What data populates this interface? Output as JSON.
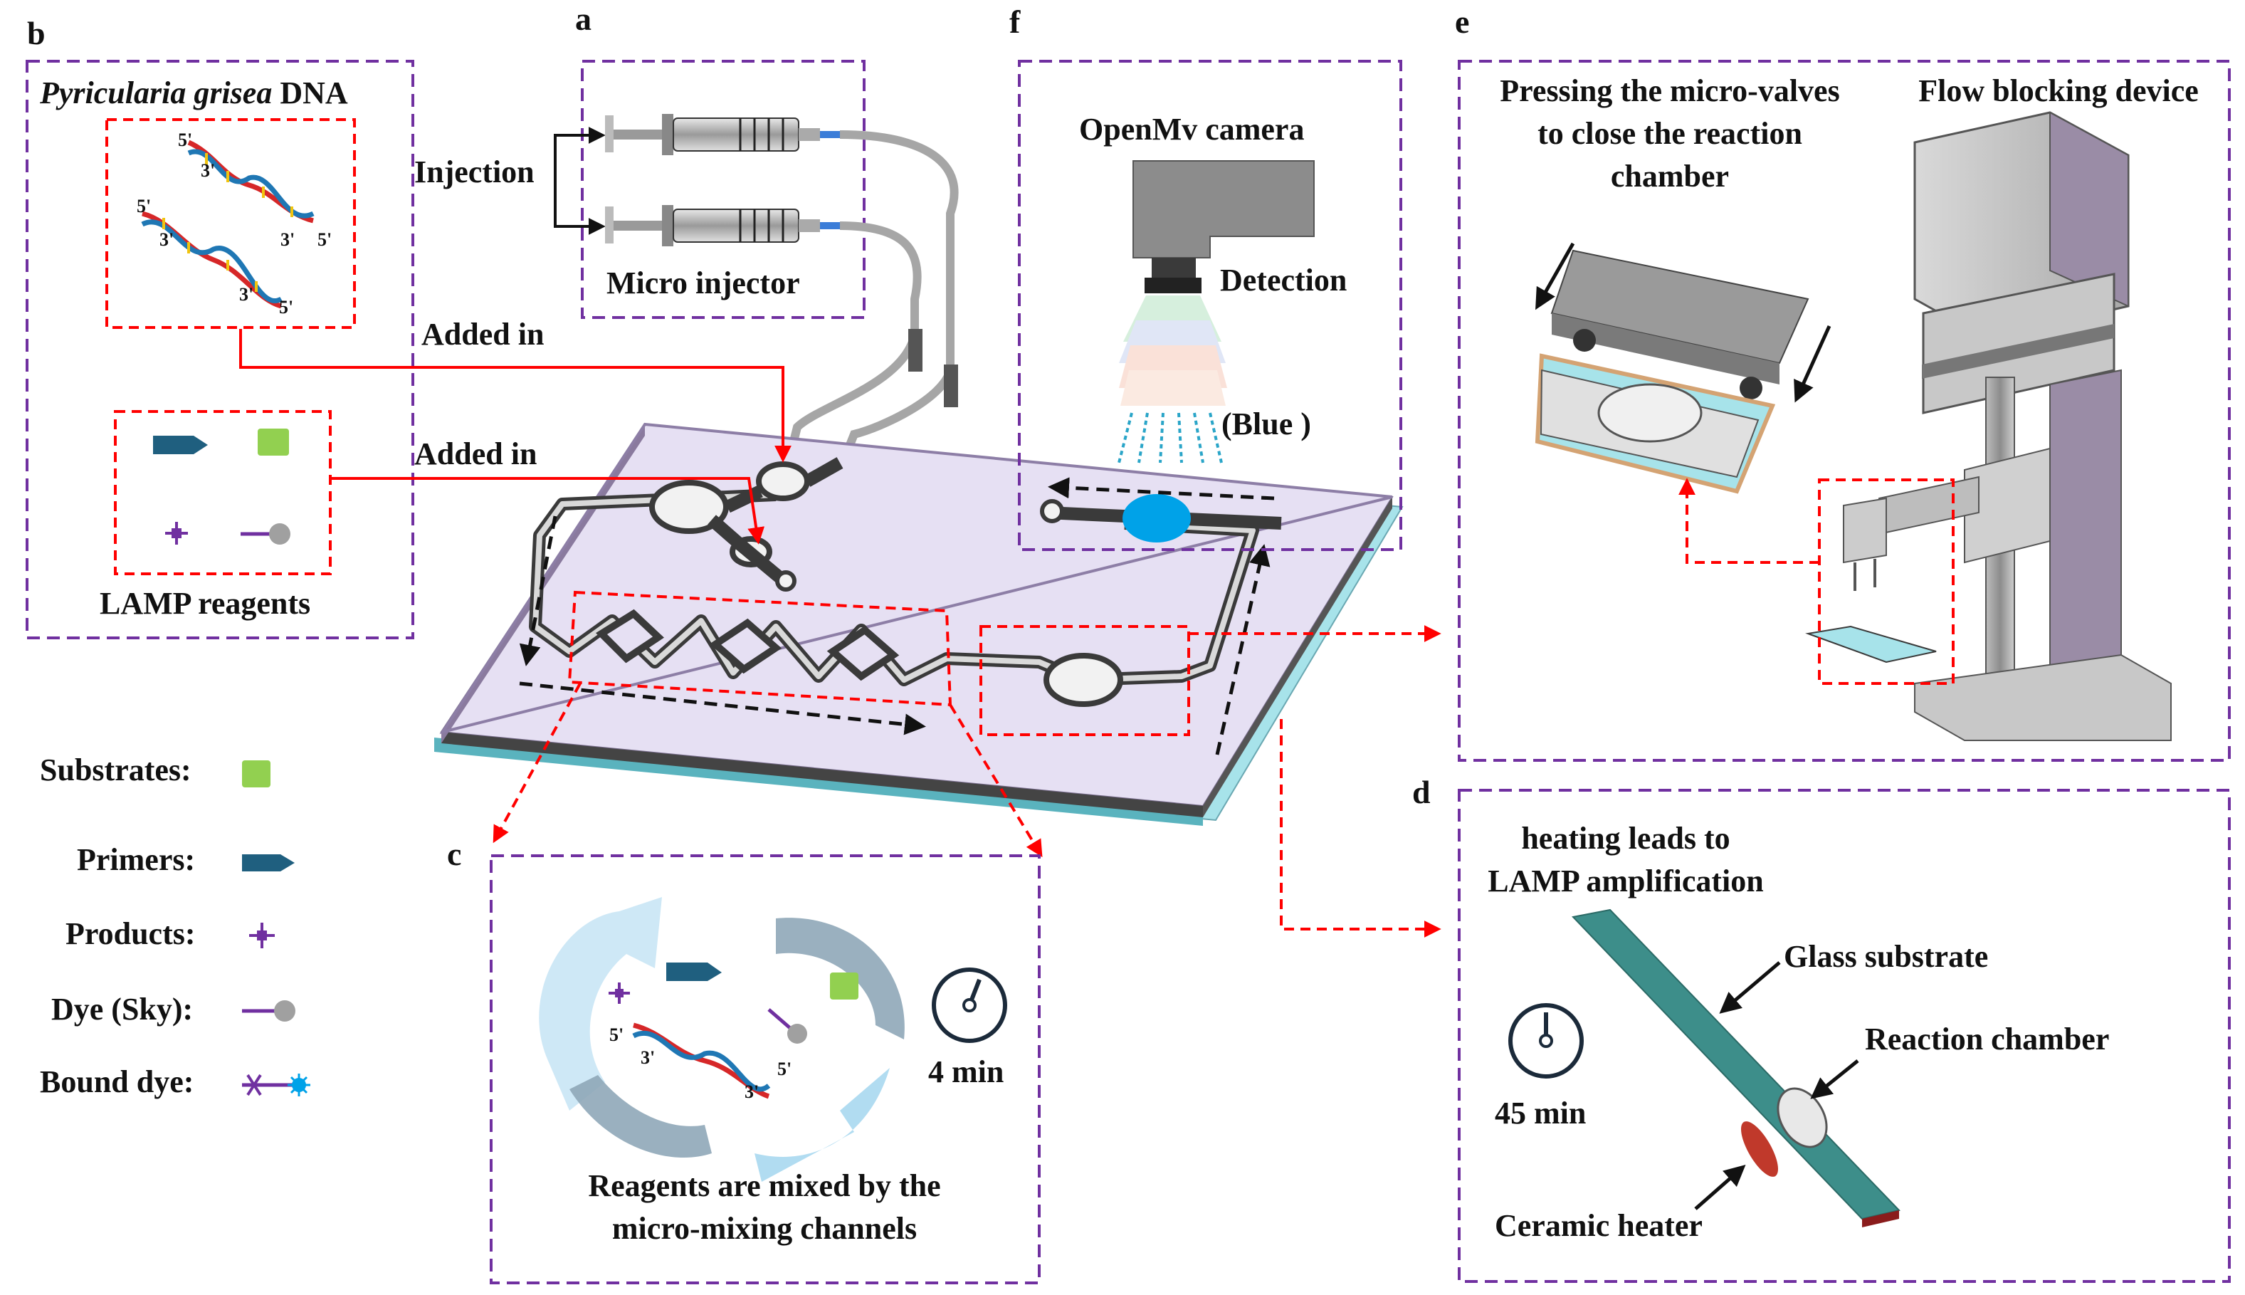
{
  "panels": {
    "a": "a",
    "b": "b",
    "c": "c",
    "d": "d",
    "e": "e",
    "f": "f"
  },
  "panel_b": {
    "title_italic": "Pyricularia grisea",
    "title_rest": " DNA",
    "reagents_label": "LAMP  reagents",
    "strand_marks": [
      "5'",
      "3'",
      "5'",
      "3'",
      "3'",
      "5'",
      "3'",
      "5'"
    ]
  },
  "panel_a": {
    "injection": "Injection",
    "micro_injector": "Micro injector"
  },
  "main": {
    "added_in_1": "Added in",
    "added_in_2": "Added in"
  },
  "panel_f": {
    "camera": "OpenMv camera",
    "detection": "Detection",
    "blue": "(Blue )"
  },
  "panel_e": {
    "pressing_line1": "Pressing the micro-valves",
    "pressing_line2": "to close the reaction",
    "pressing_line3": "chamber",
    "flow_blocking": "Flow blocking device"
  },
  "panel_c": {
    "time": "4 min",
    "caption_line1": "Reagents are mixed by the",
    "caption_line2": "micro-mixing channels",
    "strand_marks": [
      "5'",
      "3'",
      "5'",
      "3'"
    ]
  },
  "panel_d": {
    "heading_line1": "heating leads to",
    "heading_line2": "LAMP amplification",
    "glass_substrate": "Glass substrate",
    "reaction_chamber": "Reaction chamber",
    "ceramic_heater": "Ceramic heater",
    "time": "45 min"
  },
  "legend": {
    "substrates": "Substrates:",
    "primers": "Primers:",
    "products": "Products:",
    "dye": "Dye (Sky):",
    "bound_dye": "Bound dye:"
  },
  "colors": {
    "purple_dash": "#7030a0",
    "red": "#ff0000",
    "substrate_green": "#92d050",
    "primer_blue": "#1f5f7f",
    "product_purple": "#7030a0",
    "detection_blue": "#00a2e8",
    "chip_lavender": "#e6e0f3",
    "glass_cyan": "#a7e3ea",
    "heater_red": "#c0392b"
  }
}
